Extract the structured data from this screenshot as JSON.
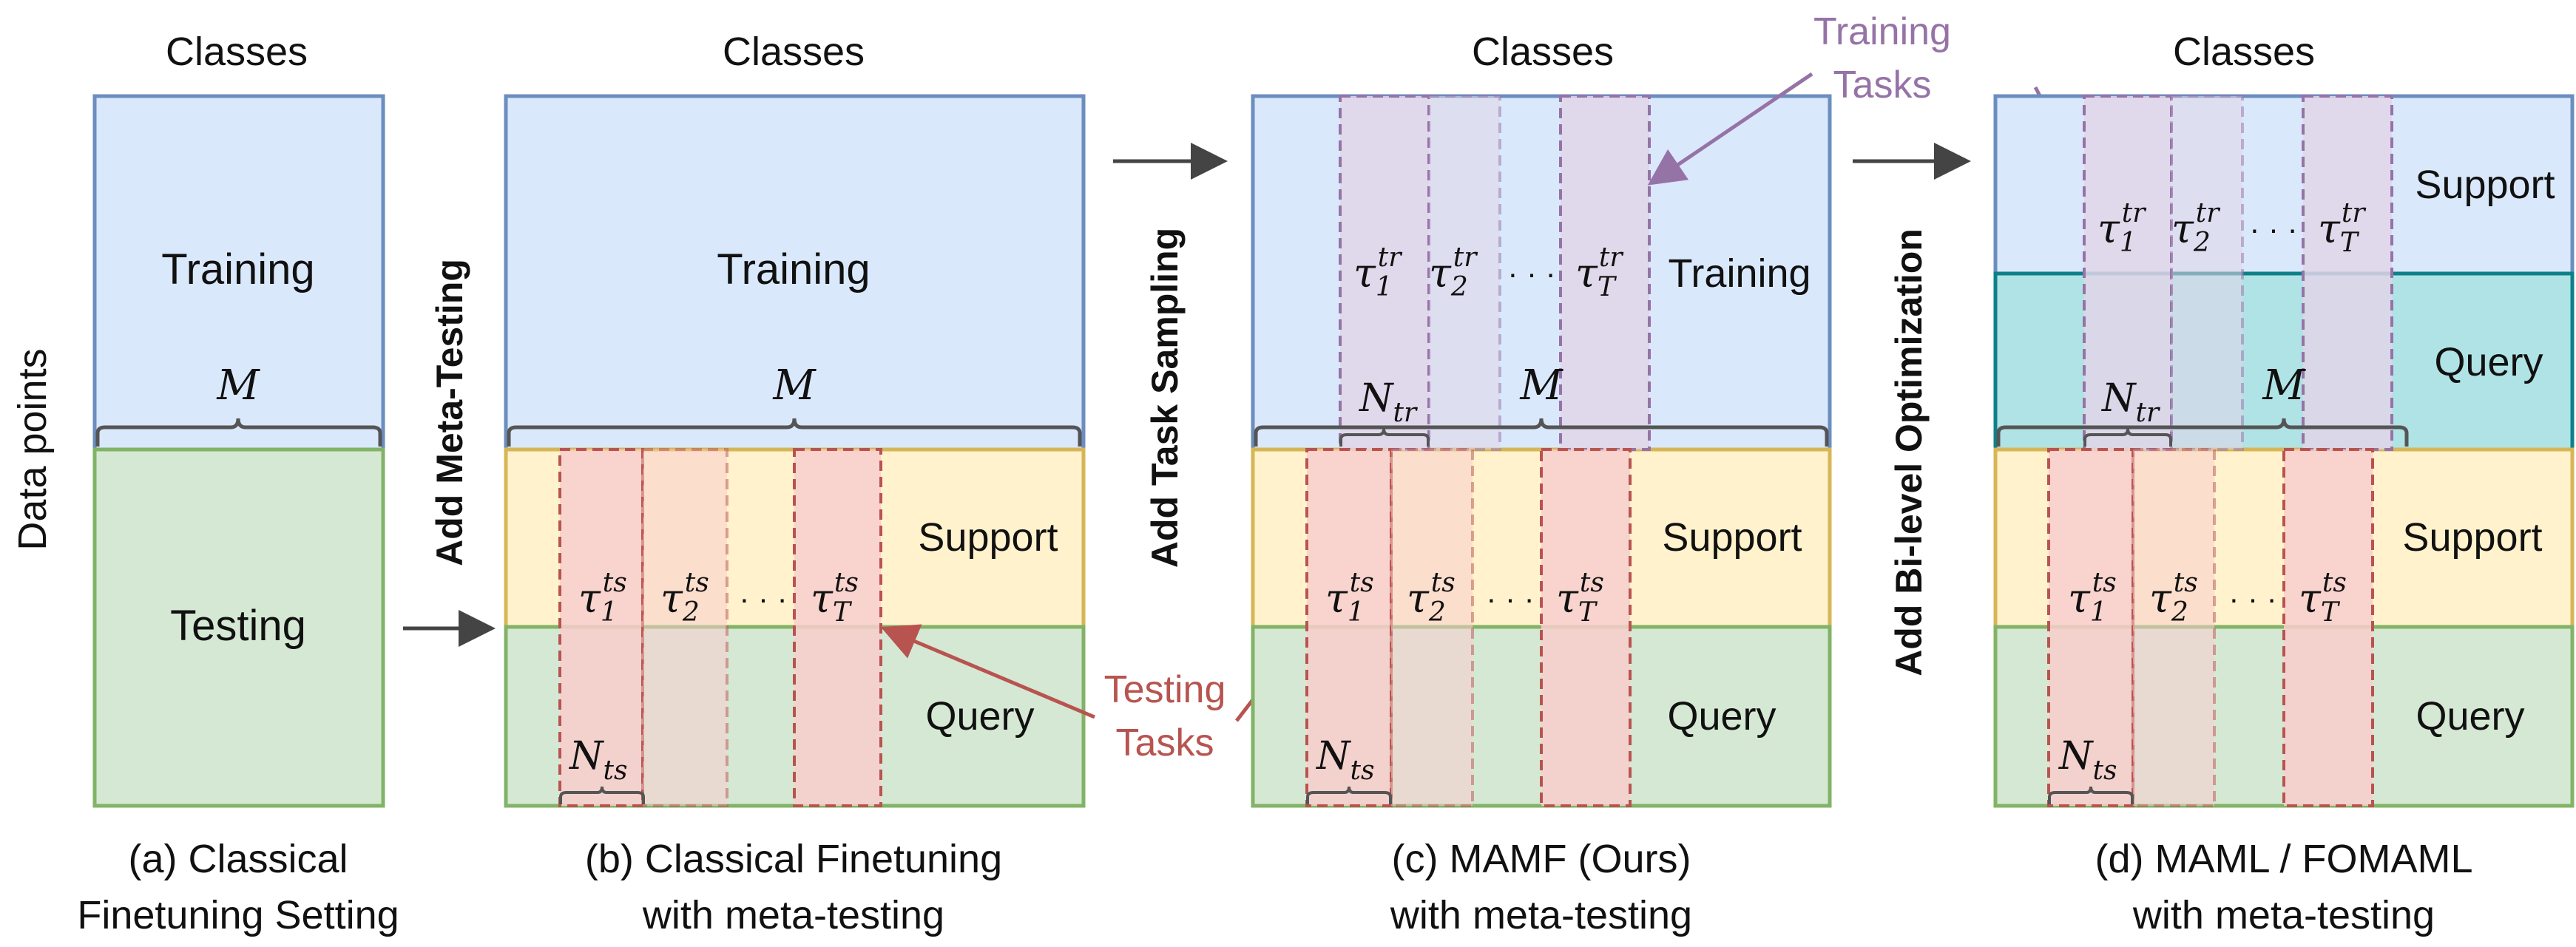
{
  "colors": {
    "training_fill": "#dae8fc",
    "training_stroke": "#6c8ebf",
    "testing_fill": "#d5e8d4",
    "testing_stroke": "#82b366",
    "support_fill": "#fff2cc",
    "support_stroke": "#d6b656",
    "query_teal_fill": "#b0e3e6",
    "query_teal_stroke": "#0e8088",
    "test_task_fill": "#f8cecc",
    "test_task_stroke": "#b85450",
    "train_task_fill": "#e1d5e7",
    "train_task_stroke": "#9673a6",
    "arrow": "#444444",
    "test_annotation": "#b85450",
    "train_annotation": "#9673a6"
  },
  "y_axis_label": "Data points",
  "panel_a": {
    "header": "Classes",
    "top_label": "Training",
    "bottom_label": "Testing",
    "brace_label": "M",
    "caption_line1": "(a) Classical",
    "caption_line2": "Finetuning Setting"
  },
  "panel_b": {
    "header": "Classes",
    "top_label": "Training",
    "brace_label": "M",
    "support_label": "Support",
    "query_label": "Query",
    "n_label": "N",
    "n_sub": "ts",
    "task_labels": [
      {
        "base": "τ",
        "sub": "1",
        "sup": "ts"
      },
      {
        "base": "τ",
        "sub": "2",
        "sup": "ts"
      },
      {
        "base": "τ",
        "sub": "T",
        "sup": "ts"
      }
    ],
    "ellipsis": "· · ·",
    "caption_line1": "(b) Classical Finetuning",
    "caption_line2": "with meta-testing"
  },
  "panel_c": {
    "header": "Classes",
    "top_label": "Training",
    "brace_label": "M",
    "support_label": "Support",
    "query_label": "Query",
    "n_train_label": "N",
    "n_train_sub": "tr",
    "n_test_label": "N",
    "n_test_sub": "ts",
    "train_task_labels": [
      {
        "base": "τ",
        "sub": "1",
        "sup": "tr"
      },
      {
        "base": "τ",
        "sub": "2",
        "sup": "tr"
      },
      {
        "base": "τ",
        "sub": "T",
        "sup": "tr"
      }
    ],
    "test_task_labels": [
      {
        "base": "τ",
        "sub": "1",
        "sup": "ts"
      },
      {
        "base": "τ",
        "sub": "2",
        "sup": "ts"
      },
      {
        "base": "τ",
        "sub": "T",
        "sup": "ts"
      }
    ],
    "ellipsis": "· · ·",
    "caption_line1": "(c) MAMF (Ours)",
    "caption_line2": "with meta-testing"
  },
  "panel_d": {
    "header": "Classes",
    "support_top_label": "Support",
    "query_top_label": "Query",
    "brace_label": "M",
    "support_label": "Support",
    "query_label": "Query",
    "n_train_label": "N",
    "n_train_sub": "tr",
    "n_test_label": "N",
    "n_test_sub": "ts",
    "train_task_labels": [
      {
        "base": "τ",
        "sub": "1",
        "sup": "tr"
      },
      {
        "base": "τ",
        "sub": "2",
        "sup": "tr"
      },
      {
        "base": "τ",
        "sub": "T",
        "sup": "tr"
      }
    ],
    "test_task_labels": [
      {
        "base": "τ",
        "sub": "1",
        "sup": "ts"
      },
      {
        "base": "τ",
        "sub": "2",
        "sup": "ts"
      },
      {
        "base": "τ",
        "sub": "T",
        "sup": "ts"
      }
    ],
    "ellipsis": "· · ·",
    "caption_line1": "(d) MAML / FOMAML",
    "caption_line2": "with meta-testing"
  },
  "transitions": {
    "a_to_b": "Add Meta-Testing",
    "b_to_c": "Add Task Sampling",
    "c_to_d": "Add Bi-level Optimization"
  },
  "annotations": {
    "testing_tasks_line1": "Testing",
    "testing_tasks_line2": "Tasks",
    "training_tasks_line1": "Training",
    "training_tasks_line2": "Tasks"
  }
}
